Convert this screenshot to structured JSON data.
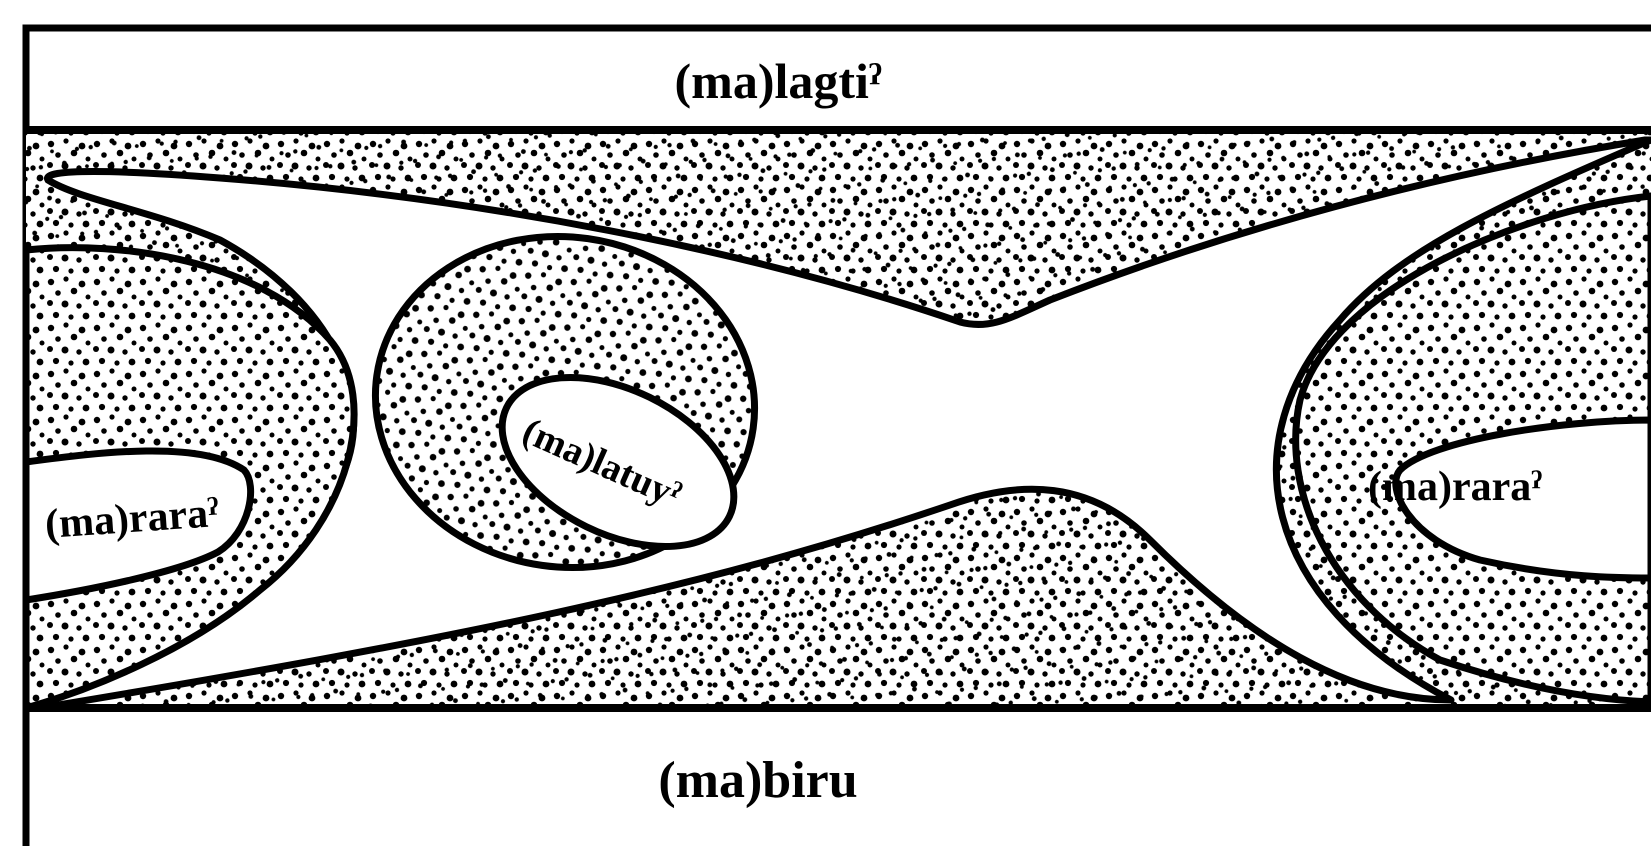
{
  "diagram": {
    "labels": {
      "top": "(ma)lagtiˀ",
      "bottom": "(ma)biru",
      "left_inner": "(ma)raraˀ",
      "center_inner": "(ma)latuyˀ",
      "right_inner": "(ma)raraˀ"
    },
    "colors": {
      "ink": "#000000",
      "paper": "#ffffff"
    }
  }
}
